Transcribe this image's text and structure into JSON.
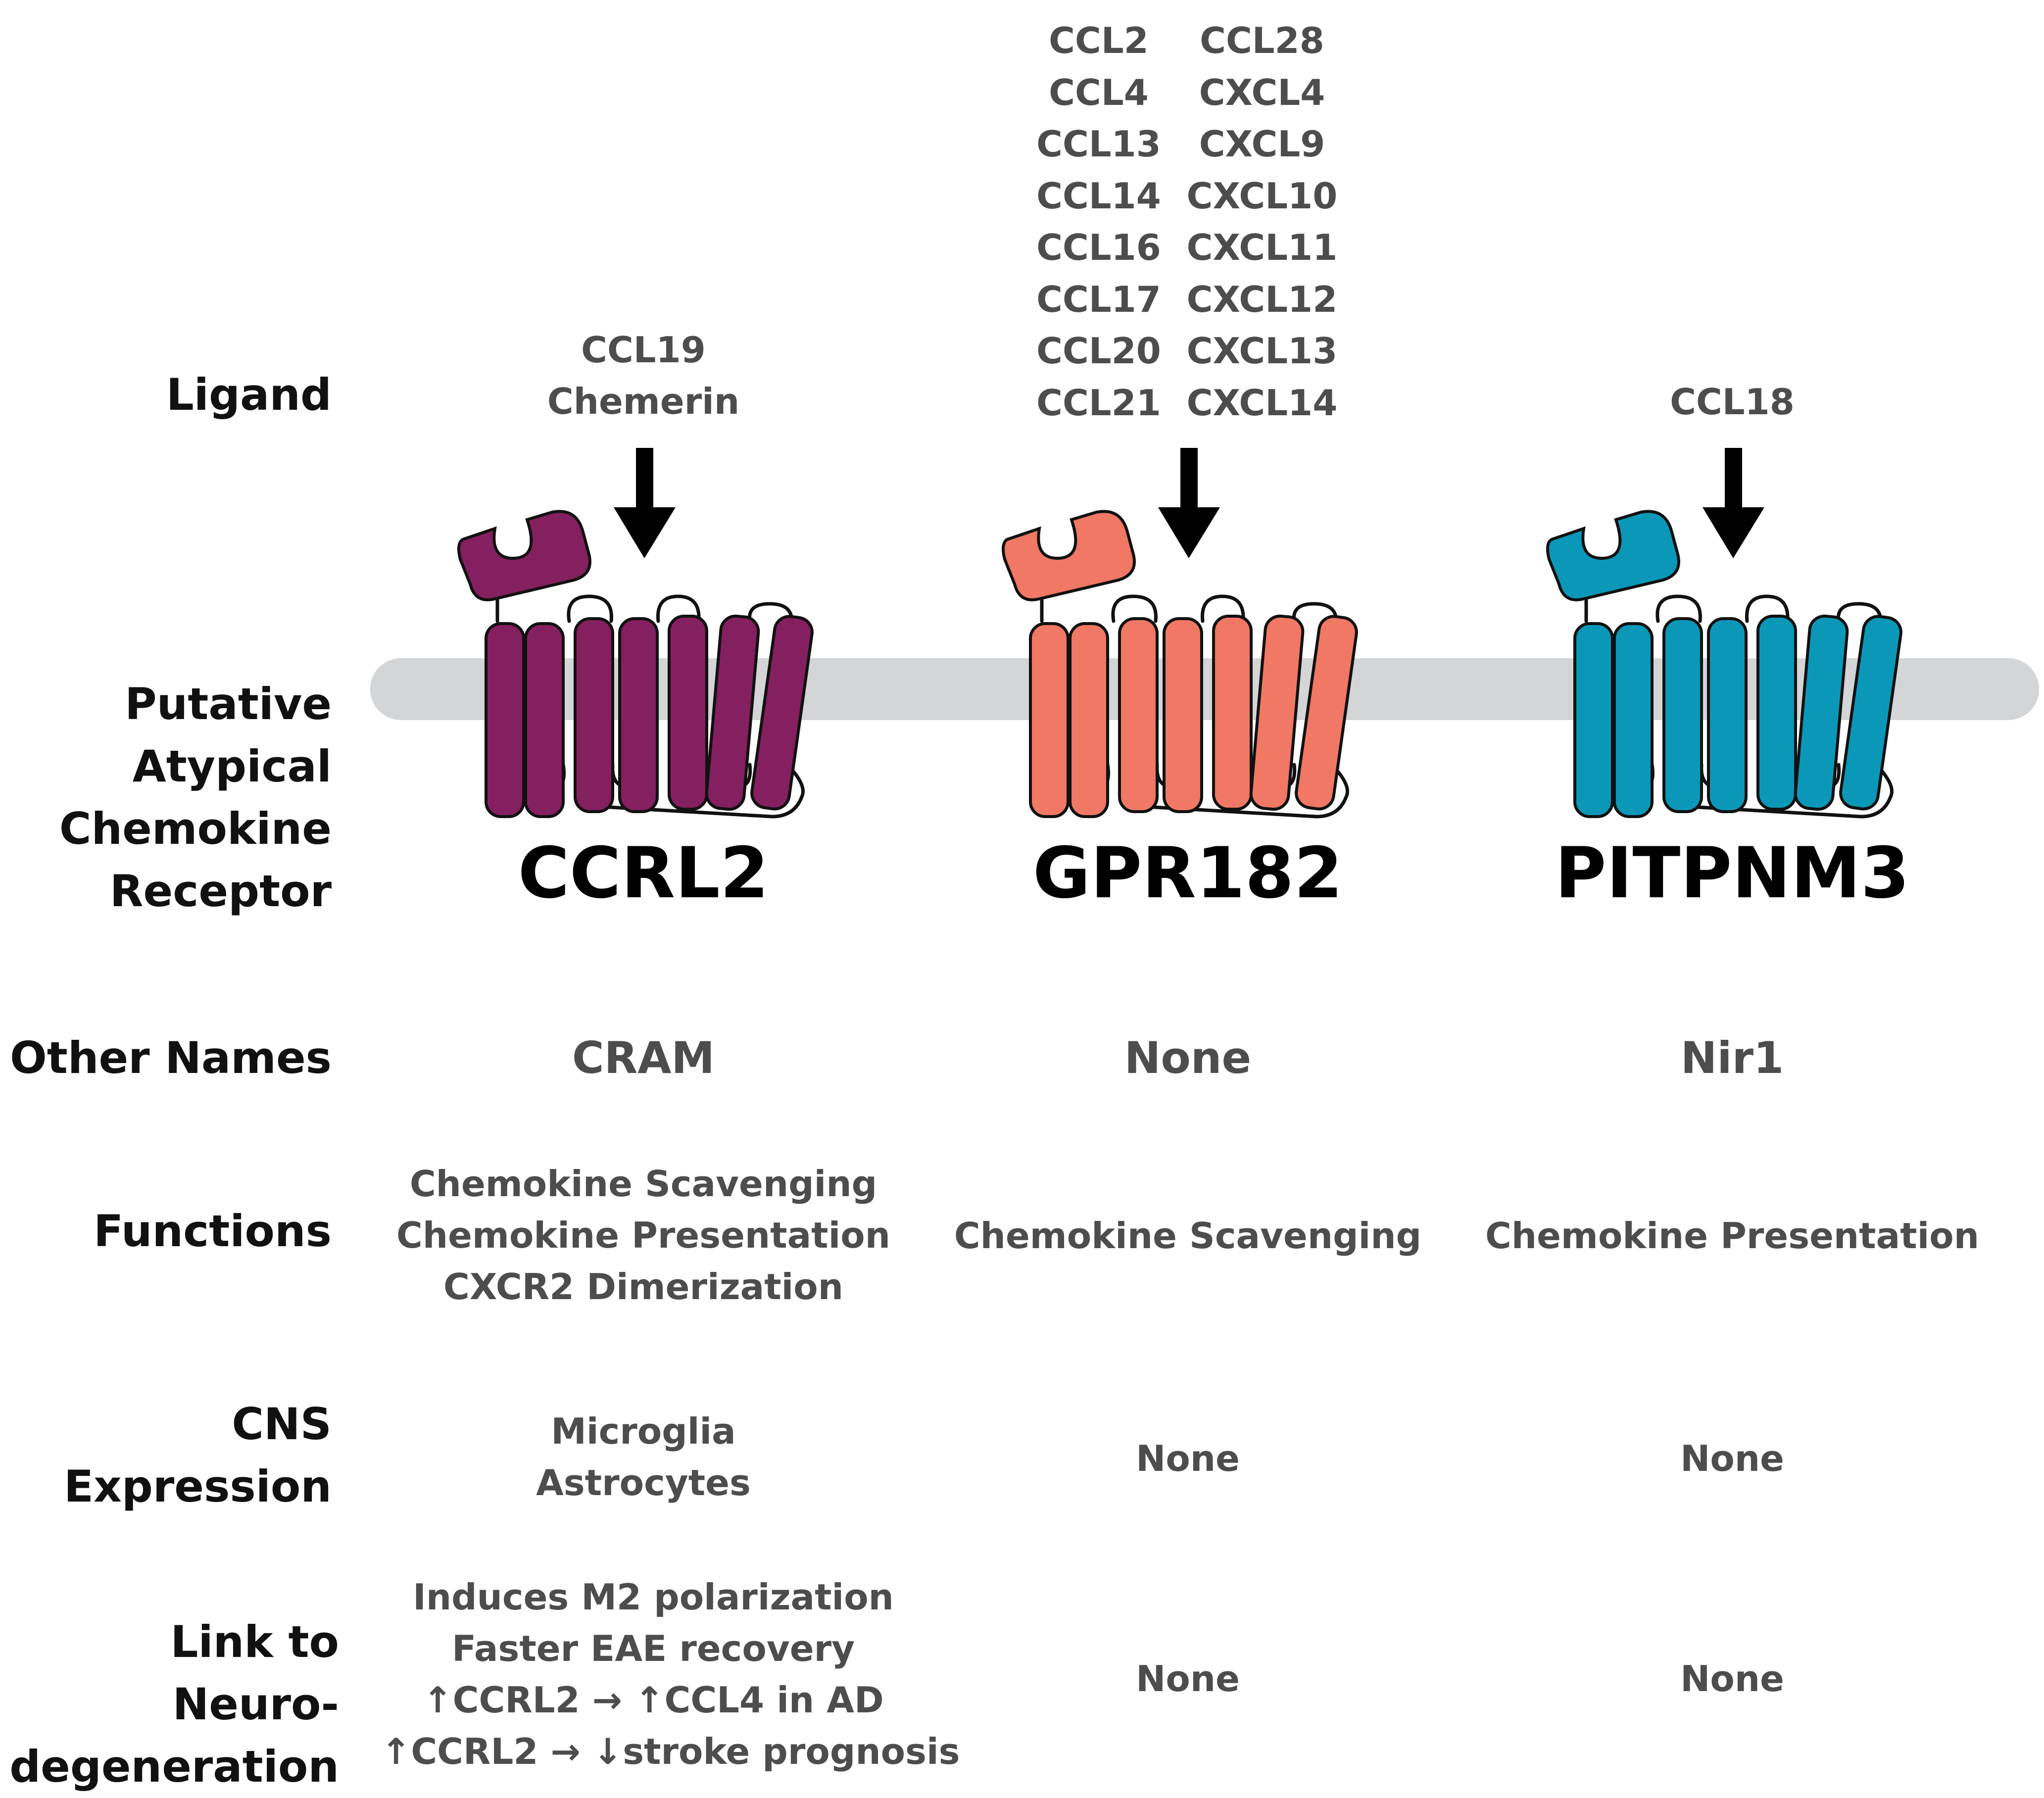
{
  "row_labels": {
    "ligand": [
      "Ligand"
    ],
    "receptor": [
      "Putative",
      "Atypical",
      "Chemokine",
      "Receptor"
    ],
    "other_names": [
      "Other Names"
    ],
    "functions": [
      "Functions"
    ],
    "cns_expression": [
      "CNS",
      "Expression"
    ],
    "neurodegeneration": [
      "Link to Neuro-",
      "degeneration"
    ]
  },
  "receptors": [
    {
      "name": "CCRL2",
      "color": "#84205f",
      "ligands": [
        "CCL19",
        "Chemerin"
      ],
      "other_names": "CRAM",
      "functions": [
        "Chemokine Scavenging",
        "Chemokine Presentation",
        "CXCR2 Dimerization"
      ],
      "cns_expression": [
        "Microglia",
        "Astrocytes"
      ],
      "neurodegeneration": [
        "Induces M2 polarization",
        "Faster EAE recovery",
        "↑CCRL2 → ↑CCL4 in AD",
        "↑CCRL2 → ↓stroke prognosis"
      ]
    },
    {
      "name": "GPR182",
      "color": "#f07864",
      "ligands_col1": [
        "CCL2",
        "CCL4",
        "CCL13",
        "CCL14",
        "CCL16",
        "CCL17",
        "CCL20",
        "CCL21"
      ],
      "ligands_col2": [
        "CCL28",
        "CXCL4",
        "CXCL9",
        "CXCL10",
        "CXCL11",
        "CXCL12",
        "CXCL13",
        "CXCL14"
      ],
      "other_names": "None",
      "functions": [
        "Chemokine Scavenging"
      ],
      "cns_expression": [
        "None"
      ],
      "neurodegeneration": [
        "None"
      ]
    },
    {
      "name": "PITPNM3",
      "color": "#0b98b8",
      "ligands": [
        "CCL18"
      ],
      "other_names": "Nir1",
      "functions": [
        "Chemokine Presentation"
      ],
      "cns_expression": [
        "None"
      ],
      "neurodegeneration": [
        "None"
      ]
    }
  ],
  "membrane_color": "#d4d5d7"
}
